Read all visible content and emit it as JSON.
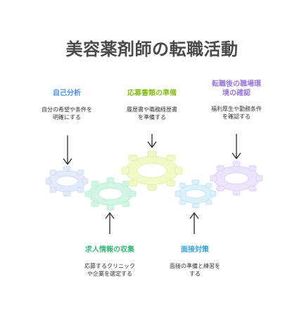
{
  "title": "美容薬剤師の転職活動",
  "colors": {
    "self_analysis": "#4a90e2",
    "documents": "#8cbf26",
    "confirm": "#9b7bd8",
    "job_info": "#3ab87a",
    "interview": "#3aa3d8"
  },
  "steps": {
    "self_analysis": {
      "title": "自己分析",
      "desc": [
        "自分の希望や条件を",
        "明確にする"
      ]
    },
    "documents": {
      "title": "応募書類の準備",
      "desc": [
        "履歴書や職務経歴書",
        "を準備する"
      ]
    },
    "confirm": {
      "title": [
        "転職後の職場環",
        "境の確認"
      ],
      "desc": [
        "福利厚生や勤務条件",
        "を確認する"
      ]
    },
    "job_info": {
      "title": "求人情報の収集",
      "desc": [
        "応募するクリニック",
        "や企業を選定する"
      ]
    },
    "interview": {
      "title": "面接対策",
      "desc": [
        "面接の準備と練習を",
        "する"
      ]
    }
  }
}
